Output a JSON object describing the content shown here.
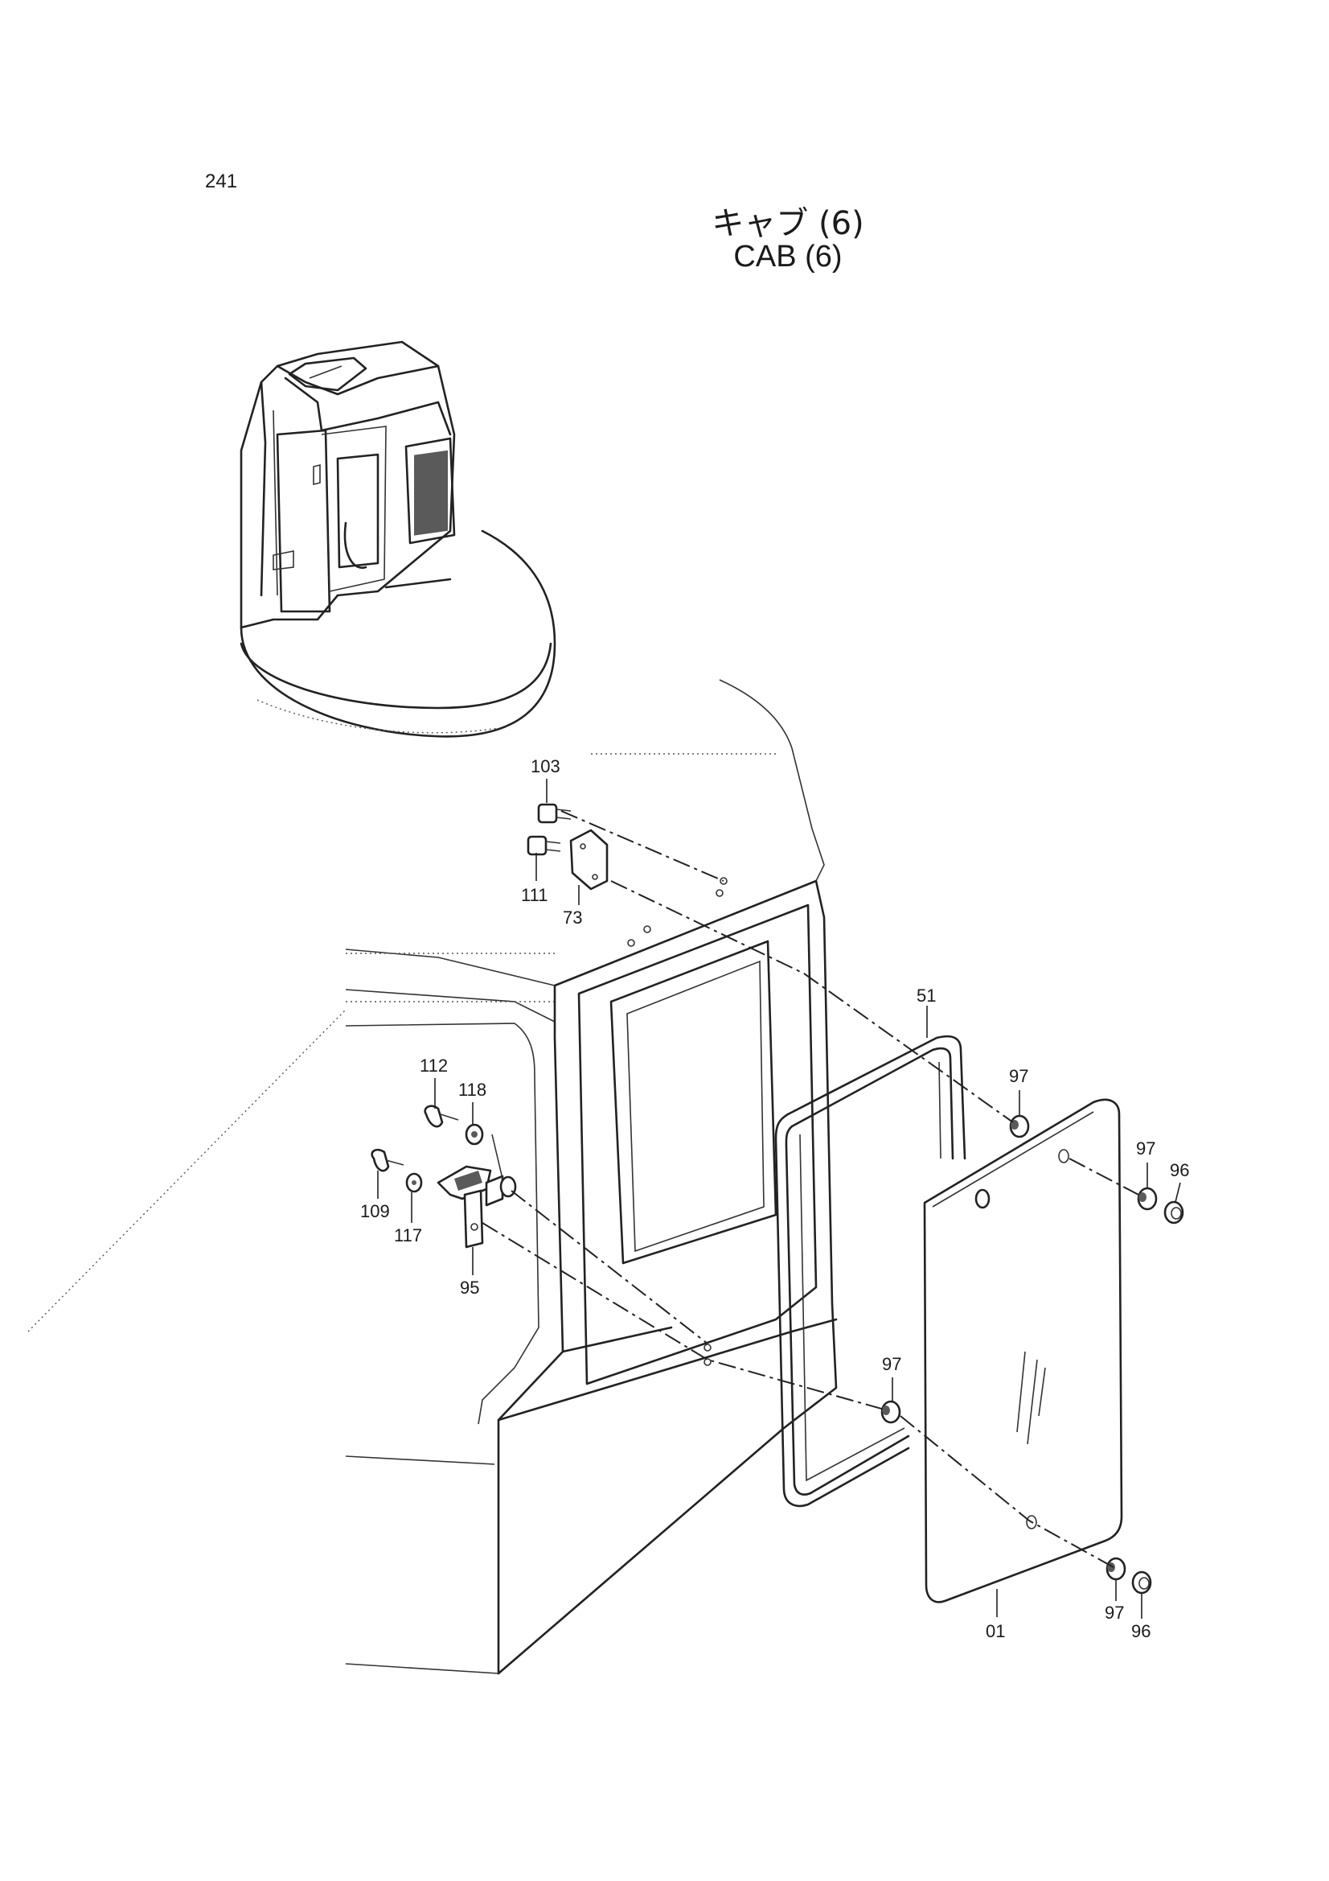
{
  "page": {
    "number": "241"
  },
  "title": {
    "japanese": "キャブ (6)",
    "english": "CAB (6)"
  },
  "callouts": [
    {
      "id": "c-103",
      "label": "103"
    },
    {
      "id": "c-111",
      "label": "111"
    },
    {
      "id": "c-73",
      "label": "73"
    },
    {
      "id": "c-51",
      "label": "51"
    },
    {
      "id": "c-112",
      "label": "112"
    },
    {
      "id": "c-118",
      "label": "118"
    },
    {
      "id": "c-109",
      "label": "109"
    },
    {
      "id": "c-117",
      "label": "117"
    },
    {
      "id": "c-95",
      "label": "95"
    },
    {
      "id": "c-97a",
      "label": "97"
    },
    {
      "id": "c-97b",
      "label": "97"
    },
    {
      "id": "c-96a",
      "label": "96"
    },
    {
      "id": "c-97c",
      "label": "97"
    },
    {
      "id": "c-01",
      "label": "01"
    },
    {
      "id": "c-97d",
      "label": "97"
    },
    {
      "id": "c-96b",
      "label": "96"
    }
  ]
}
